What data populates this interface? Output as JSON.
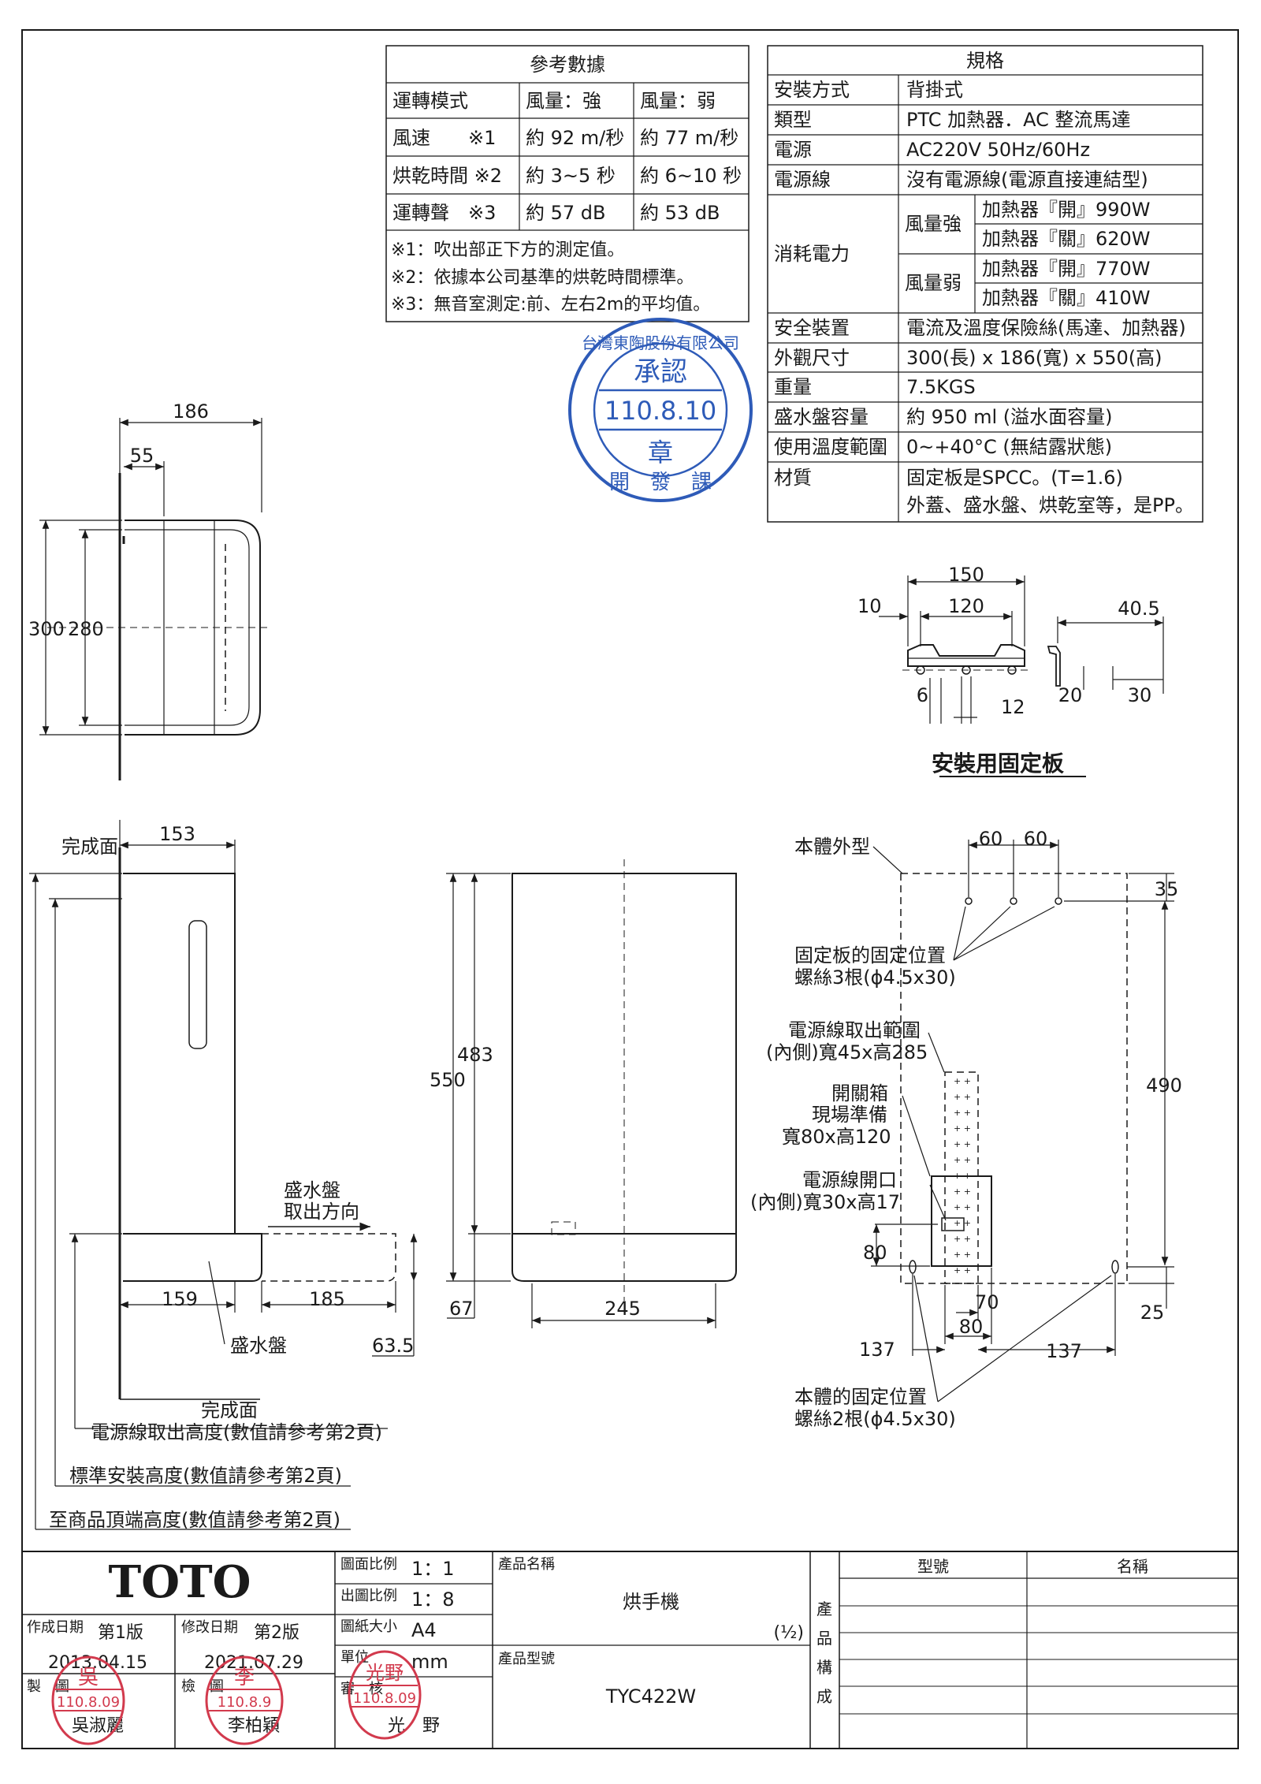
{
  "reference_table": {
    "title": "參考數據",
    "headers": [
      "運轉模式",
      "風量：強",
      "風量：弱"
    ],
    "rows": [
      [
        "風速　　※1",
        "約 92 m/秒",
        "約 77 m/秒"
      ],
      [
        "烘乾時間 ※2",
        "約 3~5 秒",
        "約 6~10 秒"
      ],
      [
        "運轉聲　※3",
        "約 57 dB",
        "約 53 dB"
      ]
    ],
    "notes": [
      "※1：吹出部正下方的測定值。",
      "※2：依據本公司基準的烘乾時間標準。",
      "※3：無音室測定:前、左右2m的平均值。"
    ]
  },
  "spec_table": {
    "title": "規格",
    "rows": [
      {
        "label": "安裝方式",
        "value": "背掛式"
      },
      {
        "label": "類型",
        "value": "PTC 加熱器．AC 整流馬達"
      },
      {
        "label": "電源",
        "value": "AC220V  50Hz/60Hz"
      },
      {
        "label": "電源線",
        "value": "沒有電源線(電源直接連結型)"
      }
    ],
    "power": {
      "label": "消耗電力",
      "strong_label": "風量強",
      "weak_label": "風量弱",
      "strong_on": "加熱器『開』990W",
      "strong_off": "加熱器『關』620W",
      "weak_on": "加熱器『開』770W",
      "weak_off": "加熱器『關』410W"
    },
    "rows2": [
      {
        "label": "安全裝置",
        "value": "電流及溫度保險絲(馬達、加熱器)"
      },
      {
        "label": "外觀尺寸",
        "value": "300(長) x 186(寬) x 550(高)"
      },
      {
        "label": "重量",
        "value": "7.5KGS"
      },
      {
        "label": "盛水盤容量",
        "value": "約 950 ml (溢水面容量)"
      },
      {
        "label": "使用溫度範圍",
        "value": "0~+40°C (無結露狀態)"
      }
    ],
    "material": {
      "label": "材質",
      "line1": "固定板是SPCC。(T=1.6)",
      "line2": "外蓋、盛水盤、烘乾室等，是PP。"
    }
  },
  "approval_stamp": {
    "company": "台灣東陶股份有限公司",
    "title": "承認",
    "date": "110.8.10",
    "seal": "章",
    "dept": "開　發　課"
  },
  "top_view": {
    "dim_width": "186",
    "dim_back": "55",
    "dim_h1": "300",
    "dim_h2": "280"
  },
  "bracket": {
    "title": "安裝用固定板",
    "d150": "150",
    "d120": "120",
    "d10": "10",
    "d6": "6",
    "d12": "12",
    "d40_5": "40.5",
    "d20": "20",
    "d30": "30"
  },
  "side_view": {
    "finish_top": "完成面",
    "d153": "153",
    "tray_dir_1": "盛水盤",
    "tray_dir_2": "取出方向",
    "d159": "159",
    "d185": "185",
    "d63_5": "63.5",
    "tray_label": "盛水盤",
    "finish_bottom": "完成面",
    "h_cable": "電源線取出高度(數值請參考第2頁)",
    "h_install": "標準安裝高度(數值請參考第2頁)",
    "h_top": "至商品頂端高度(數值請參考第2頁)"
  },
  "front_view": {
    "d550": "550",
    "d483": "483",
    "d67": "67",
    "d245": "245"
  },
  "back_view": {
    "outline_label": "本體外型",
    "d60a": "60",
    "d60b": "60",
    "d35": "35",
    "d490": "490",
    "plate_pos_1": "固定板的固定位置",
    "plate_pos_2": "螺絲3根(ϕ4.5x30)",
    "cable_range_1": "電源線取出範圍",
    "cable_range_2": "(內側)寬45x高285",
    "switch_1": "開關箱",
    "switch_2": "現場準備",
    "switch_3": "寬80x高120",
    "cable_open_1": "電源線開口",
    "cable_open_2": "(內側)寬30x高17",
    "d80v": "80",
    "d70": "70",
    "d80h": "80",
    "d25": "25",
    "d137a": "137",
    "d137b": "137",
    "body_pos_1": "本體的固定位置",
    "body_pos_2": "螺絲2根(ϕ4.5x30)"
  },
  "title_block": {
    "logo": "TOTO",
    "scale_label": "圖面比例",
    "scale_value": "1：1",
    "print_label": "出圖比例",
    "print_value": "1：8",
    "paper_label": "圖紙大小",
    "paper_value": "A4",
    "unit_label": "單位",
    "unit_value": "mm",
    "created_label": "作成日期",
    "created_ver": "第1版",
    "created_date": "2013.04.15",
    "revised_label": "修改日期",
    "revised_ver": "第2版",
    "revised_date": "2021.07.29",
    "drawn_label": "製　圖",
    "drawn_name": "吳淑麗",
    "checked_label": "檢　圖",
    "checked_name": "李柏穎",
    "approved_label": "審　核",
    "approved_name": "光　野",
    "product_name_label": "產品名稱",
    "product_name": "烘手機",
    "page": "(½)",
    "product_model_label": "產品型號",
    "product_model": "TYC422W",
    "composition": [
      "產",
      "品",
      "構",
      "成"
    ],
    "col_model": "型號",
    "col_name": "名稱"
  },
  "stamps": {
    "drawn": {
      "name": "吳",
      "date": "110.8.09"
    },
    "checked": {
      "name": "李",
      "date": "110.8.9"
    },
    "approved": {
      "name": "光野",
      "date": "110.8.09"
    }
  }
}
